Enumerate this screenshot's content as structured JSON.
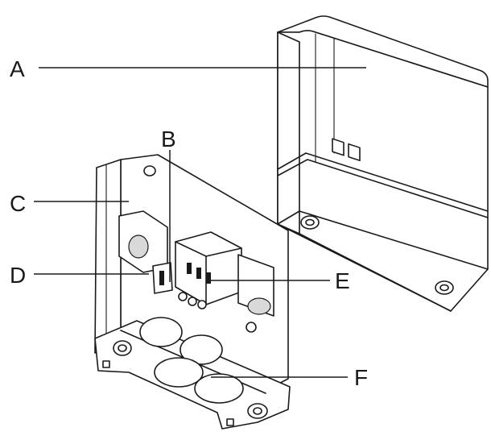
{
  "figure": {
    "callouts": {
      "a": "A",
      "b": "B",
      "c": "C",
      "d": "D",
      "e": "E",
      "f": "F"
    },
    "colors": {
      "line": "#1a1a1a",
      "background": "#ffffff",
      "shade": "#d9d9d9"
    }
  }
}
